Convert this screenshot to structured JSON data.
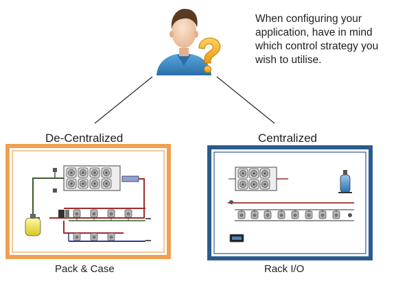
{
  "note": {
    "lines": [
      "When configuring your",
      "application, have in mind",
      "which control strategy you",
      "wish to utilise."
    ]
  },
  "branches": {
    "left_label": "De-Centralized",
    "right_label": "Centralized"
  },
  "panels": {
    "left_caption": "Pack & Case",
    "right_caption": "Rack I/O"
  },
  "colors": {
    "left_frame": "#f0a050",
    "right_frame": "#2b5a8c",
    "avatar_shirt": "#3d8fc6",
    "question_mark": "#f2a516",
    "pipe_red": "#9c2b2b",
    "pipe_green": "#3c5a2a",
    "pipe_blue": "#2a3a8c"
  },
  "icons": {
    "avatar": "user-question-icon"
  }
}
